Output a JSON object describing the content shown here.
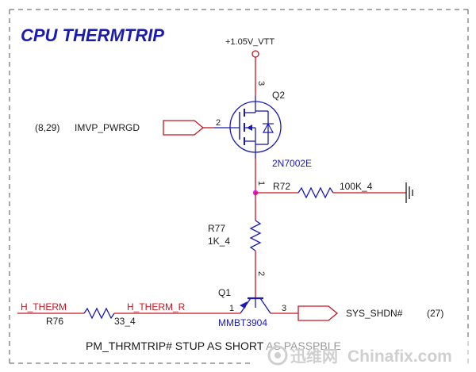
{
  "title": "CPU THERMTRIP",
  "power_rail": "+1.05V_VTT",
  "q2": {
    "ref": "Q2",
    "part": "2N7002E",
    "pin_gate": "2",
    "pin_top": "3",
    "pin_bottom": "1"
  },
  "gate_net": {
    "ref": "(8,29)",
    "name": "IMVP_PWRGD"
  },
  "r72": {
    "ref": "R72",
    "value": "100K_4"
  },
  "r77": {
    "ref": "R77",
    "value": "1K_4"
  },
  "q1": {
    "ref": "Q1",
    "part": "MMBT3904",
    "pin_top": "2",
    "pin_left": "1",
    "pin_right": "3"
  },
  "r76": {
    "ref": "R76",
    "value": "33_4"
  },
  "nets": {
    "h_therm": "H_THERM",
    "h_therm_r": "H_THERM_R",
    "sys_shdn": "SYS_SHDN#",
    "sys_shdn_ref": "(27)"
  },
  "note": "PM_THRMTRIP# STUP AS SHORT AS PASSPBLE",
  "watermark": {
    "cn": "迅维网",
    "en": "Chinafix.com"
  },
  "colors": {
    "wire_red": "#c8141e",
    "component_blue": "#1a1ab4",
    "junction": "#ee10ee",
    "text": "#1a1a1a"
  }
}
